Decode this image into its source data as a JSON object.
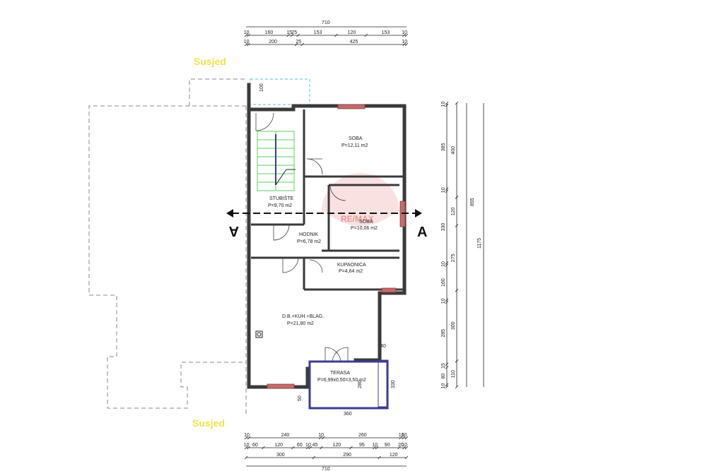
{
  "labels": {
    "neighbor_top": "Susjed",
    "neighbor_bottom": "Susjed",
    "section_left": "A",
    "section_right": "A",
    "watermark": "RE/MAX"
  },
  "rooms": [
    {
      "name": "SOBA",
      "area": "P=12,11 m2"
    },
    {
      "name": "STUBIŠTE",
      "area": "P=9,70 m2"
    },
    {
      "name": "SOBA",
      "area": "P=10,06 m2"
    },
    {
      "name": "HODNIK",
      "area": "P=6,78 m2"
    },
    {
      "name": "KUPAONICA",
      "area": "P=4,64 m2"
    },
    {
      "name": "D.B.+KUH.+BLAG.",
      "area": "P=21,80 m2"
    },
    {
      "name": "TERASA",
      "area": "P=6,99x0,50=3,50 m2"
    }
  ],
  "dimensions": {
    "top_total": "710",
    "top_row1": [
      "10",
      "160",
      "15",
      "25",
      "153",
      "120",
      "153",
      "10"
    ],
    "top_row2": [
      "10",
      "200",
      "25",
      "425",
      "10"
    ],
    "right_col1": [
      "10",
      "385",
      "10",
      "330",
      "10",
      "160",
      "10",
      "285",
      "15",
      "80",
      "10"
    ],
    "right_col2": [
      "400",
      "120",
      "275",
      "300",
      "110"
    ],
    "right_total_a": "855",
    "right_total_b": "1175",
    "bottom_row1": [
      "10",
      "240",
      "10",
      "260",
      "10",
      "10"
    ],
    "bottom_row2": [
      "10",
      "60",
      "120",
      "60",
      "10",
      "45",
      "120",
      "95",
      "10",
      "90",
      "20",
      "10"
    ],
    "bottom_row3": [
      "300",
      "290",
      "120"
    ],
    "bottom_total": "710",
    "misc_100": "100",
    "misc_40": "40",
    "misc_330": "330",
    "misc_360": "360",
    "misc_50": "50",
    "misc_280": "280"
  }
}
